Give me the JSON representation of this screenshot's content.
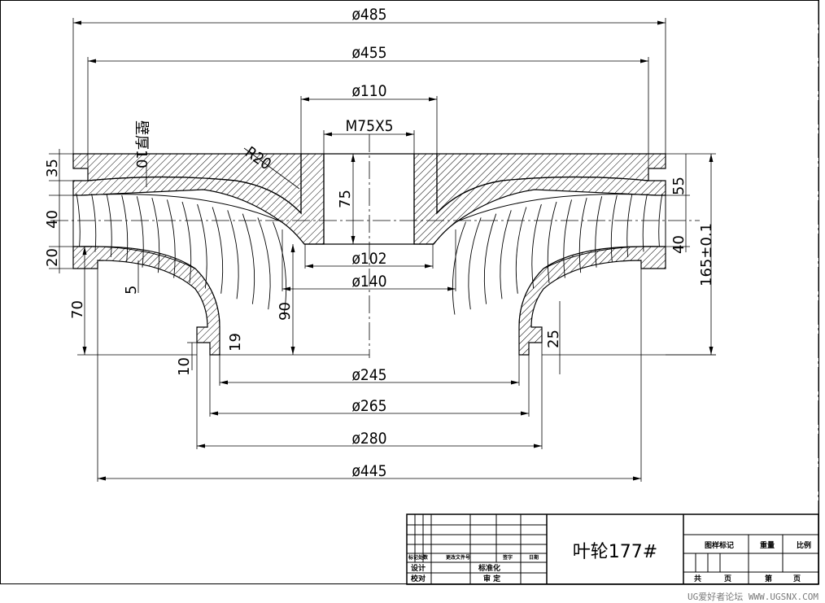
{
  "dimensions": {
    "d485": "ø485",
    "d455": "ø455",
    "d110": "ø110",
    "m75": "M75X5",
    "r20": "R20",
    "wall": "壁厚10",
    "d102": "ø102",
    "d140": "ø140",
    "d245": "ø245",
    "d265": "ø265",
    "d280": "ø280",
    "d445": "ø445",
    "v35": "35",
    "v40_left": "40",
    "v20": "20",
    "v5": "5",
    "v70": "70",
    "v10": "10",
    "v19": "19",
    "v90": "90",
    "v75": "75",
    "v55": "55",
    "v40_right": "40",
    "v165": "165±0.1",
    "v25": "25"
  },
  "title_block": {
    "part_name": "叶轮177#",
    "mark_col": "标记处数",
    "change_doc": "更改文件号",
    "sign": "签字",
    "date": "日期",
    "design": "设计",
    "standardize": "标准化",
    "check": "校对",
    "approve": "审 定",
    "sample_mark": "图样标记",
    "weight": "重量",
    "scale": "比例",
    "total": "共",
    "page": "页",
    "sheet": "第",
    "page2": "页"
  },
  "watermark": "UG爱好者论坛 WWW.UGSNX.COM"
}
